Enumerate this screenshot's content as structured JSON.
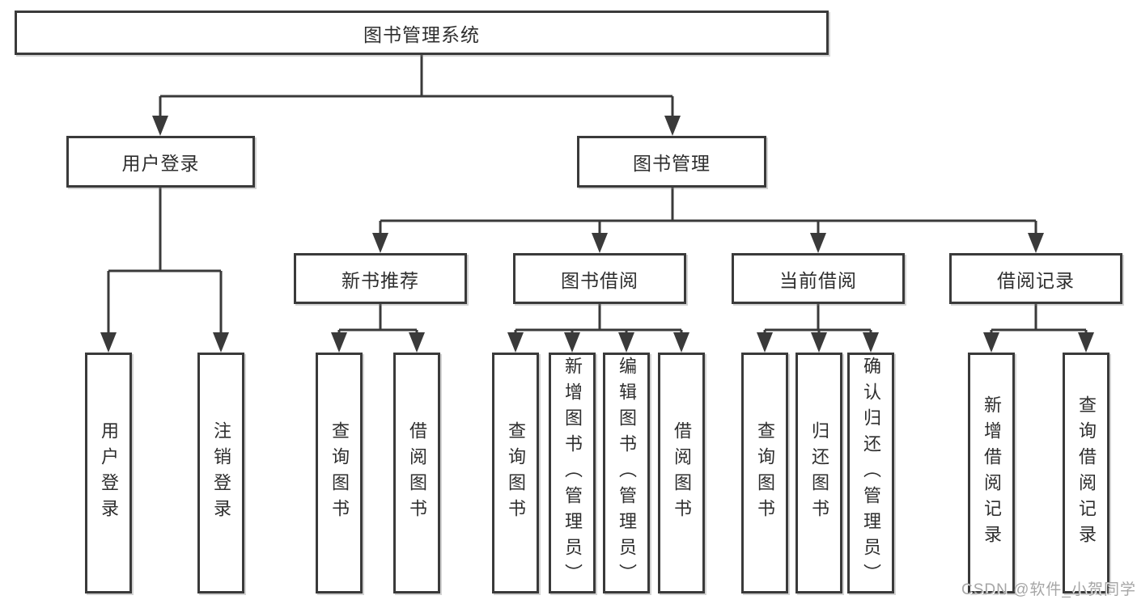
{
  "diagram": {
    "root": {
      "label": "图书管理系统"
    },
    "branches": {
      "user_login": {
        "label": "用户登录",
        "children": {
          "login": {
            "label": "用户登录"
          },
          "logout": {
            "label": "注销登录"
          }
        }
      },
      "book_management": {
        "label": "图书管理",
        "children": {
          "new_book_recommendation": {
            "label": "新书推荐",
            "children": {
              "query_books": {
                "label": "查询图书"
              },
              "borrow_books": {
                "label": "借阅图书"
              }
            }
          },
          "book_borrowing": {
            "label": "图书借阅",
            "children": {
              "query_books": {
                "label": "查询图书"
              },
              "add_books": {
                "label": "新增图书（管理员）"
              },
              "edit_books": {
                "label": "编辑图书（管理员）"
              },
              "borrow_books": {
                "label": "借阅图书"
              }
            }
          },
          "current_borrowing": {
            "label": "当前借阅",
            "children": {
              "query_books": {
                "label": "查询图书"
              },
              "return_books": {
                "label": "归还图书"
              },
              "confirm_return": {
                "label": "确认归还（管理员）"
              }
            }
          },
          "borrowing_records": {
            "label": "借阅记录",
            "children": {
              "add_record": {
                "label": "新增借阅记录"
              },
              "query_record": {
                "label": "查询借阅记录"
              }
            }
          }
        }
      }
    }
  },
  "watermark": {
    "text": "CSDN @软件_小贺同学"
  },
  "colors": {
    "line": "#3a3a3a",
    "text": "#2e2e2e",
    "background": "#ffffff",
    "watermark": "#a6a6a6"
  }
}
